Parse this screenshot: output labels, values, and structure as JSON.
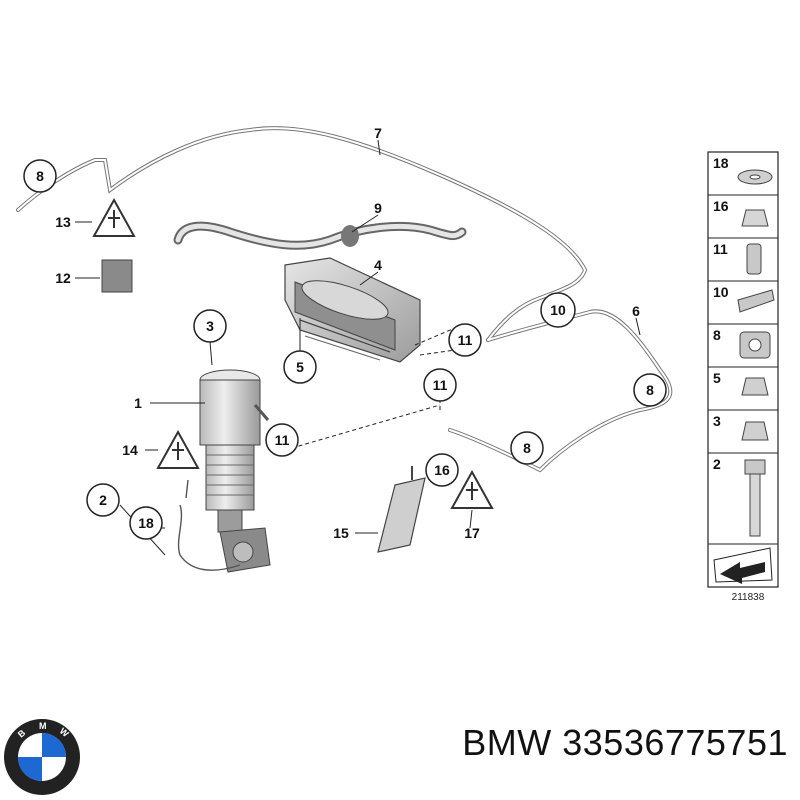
{
  "callouts": {
    "c1": "1",
    "c2": "2",
    "c3": "3",
    "c4": "4",
    "c5": "5",
    "c6": "6",
    "c7": "7",
    "c8a": "8",
    "c8b": "8",
    "c8c": "8",
    "c9": "9",
    "c10": "10",
    "c11a": "11",
    "c11b": "11",
    "c11c": "11",
    "c12": "12",
    "c13": "13",
    "c14": "14",
    "c15": "15",
    "c16": "16",
    "c17": "17",
    "c18": "18"
  },
  "legend": {
    "items": [
      "18",
      "16",
      "11",
      "10",
      "8",
      "5",
      "3",
      "2"
    ]
  },
  "diagram_code": "211838",
  "logo": {
    "letters": [
      "B",
      "M",
      "W"
    ]
  },
  "caption": {
    "brand": "BMW",
    "part_number": "33536775751"
  },
  "colors": {
    "line": "#555555",
    "part_fill": "#cfcfcf",
    "part_dark": "#8a8a8a",
    "logo_blue": "#1c69d4"
  }
}
